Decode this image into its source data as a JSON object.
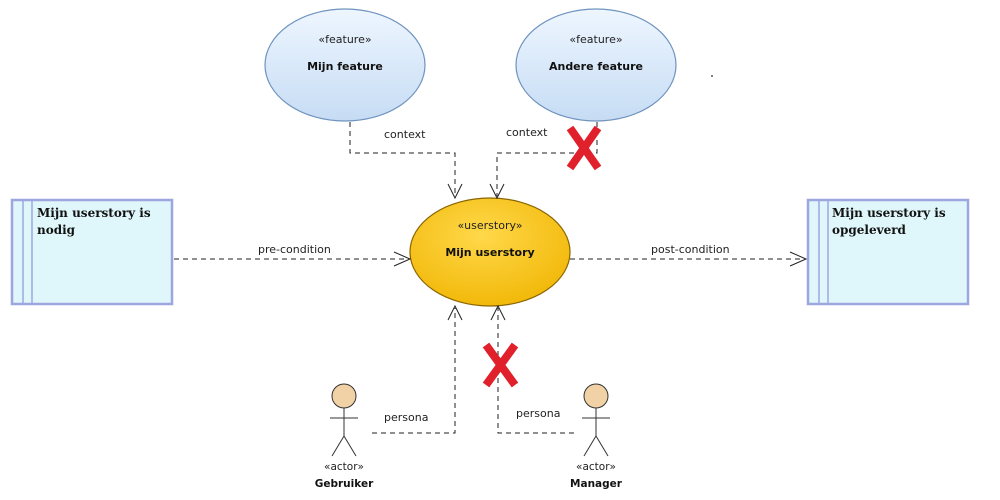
{
  "features": [
    {
      "stereotype": "«feature»",
      "name": "Mijn feature"
    },
    {
      "stereotype": "«feature»",
      "name": "Andere feature"
    }
  ],
  "userstory": {
    "stereotype": "«userstory»",
    "name": "Mijn userstory"
  },
  "notes": {
    "left": {
      "line1": "Mijn userstory is",
      "line2": "nodig"
    },
    "right": {
      "line1": "Mijn userstory is",
      "line2": "opgeleverd"
    }
  },
  "relations": {
    "context_left": "context",
    "context_right": "context",
    "pre_condition": "pre-condition",
    "post_condition": "post-condition",
    "persona_left": "persona",
    "persona_right": "persona"
  },
  "actors": [
    {
      "stereotype": "«actor»",
      "name": "Gebruiker"
    },
    {
      "stereotype": "«actor»",
      "name": "Manager"
    }
  ],
  "colors": {
    "feature_fill": "#d6e8f9",
    "feature_stroke": "#6f93be",
    "userstory_fill": "#f7c21a",
    "userstory_stroke": "#8a6500",
    "note_fill": "#dff7fb",
    "note_stroke": "#9ea6e0",
    "actor_head": "#f1d2a6",
    "cross": "#e0202a"
  }
}
